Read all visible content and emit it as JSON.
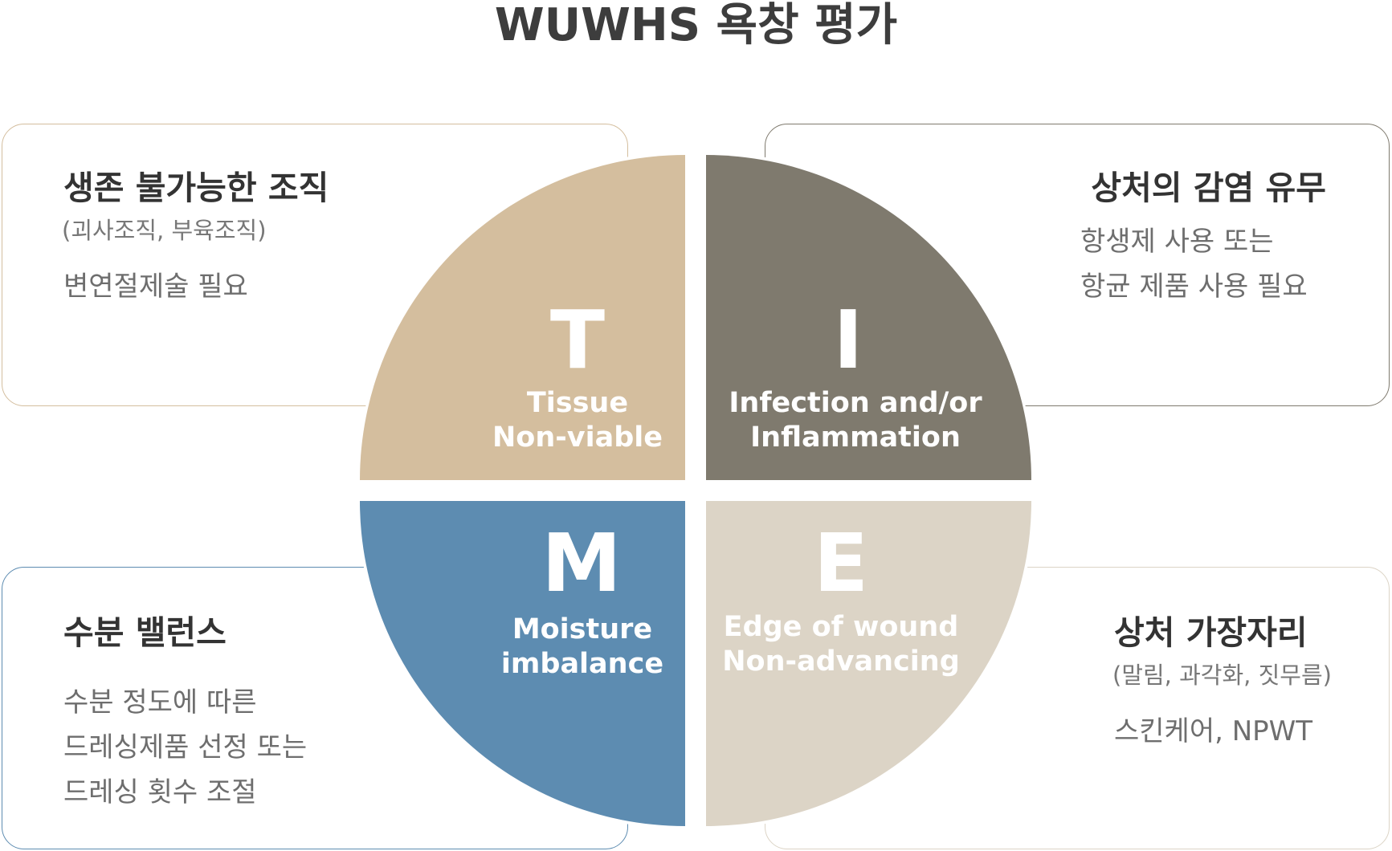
{
  "title": "WUWHS 욕창 평가",
  "colors": {
    "tissue": "#D4BE9E",
    "infection": "#7F7A6E",
    "moisture": "#5D8CB1",
    "edge": "#DCD4C6"
  },
  "quadrants": {
    "tissue": {
      "letter": "T",
      "label": [
        "Tissue",
        "Non-viable"
      ]
    },
    "infection": {
      "letter": "I",
      "label": [
        "Infection and/or",
        "Inflammation"
      ]
    },
    "moisture": {
      "letter": "M",
      "label": [
        "Moisture",
        "imbalance"
      ]
    },
    "edge": {
      "letter": "E",
      "label": [
        "Edge of wound",
        "Non-advancing"
      ]
    }
  },
  "cards": {
    "tissue": {
      "heading": "생존 불가능한 조직",
      "sub": "(괴사조직, 부육조직)",
      "body": [
        "변연절제술 필요"
      ]
    },
    "infection": {
      "heading": "상처의 감염 유무",
      "body": [
        "항생제 사용 또는",
        "항균 제품 사용 필요"
      ]
    },
    "moisture": {
      "heading": "수분 밸런스",
      "body": [
        "수분 정도에 따른",
        "드레싱제품 선정 또는",
        "드레싱 횟수 조절"
      ]
    },
    "edge": {
      "heading": "상처 가장자리",
      "sub": "(말림, 과각화, 짓무름)",
      "body": [
        "스킨케어, NPWT"
      ]
    }
  }
}
